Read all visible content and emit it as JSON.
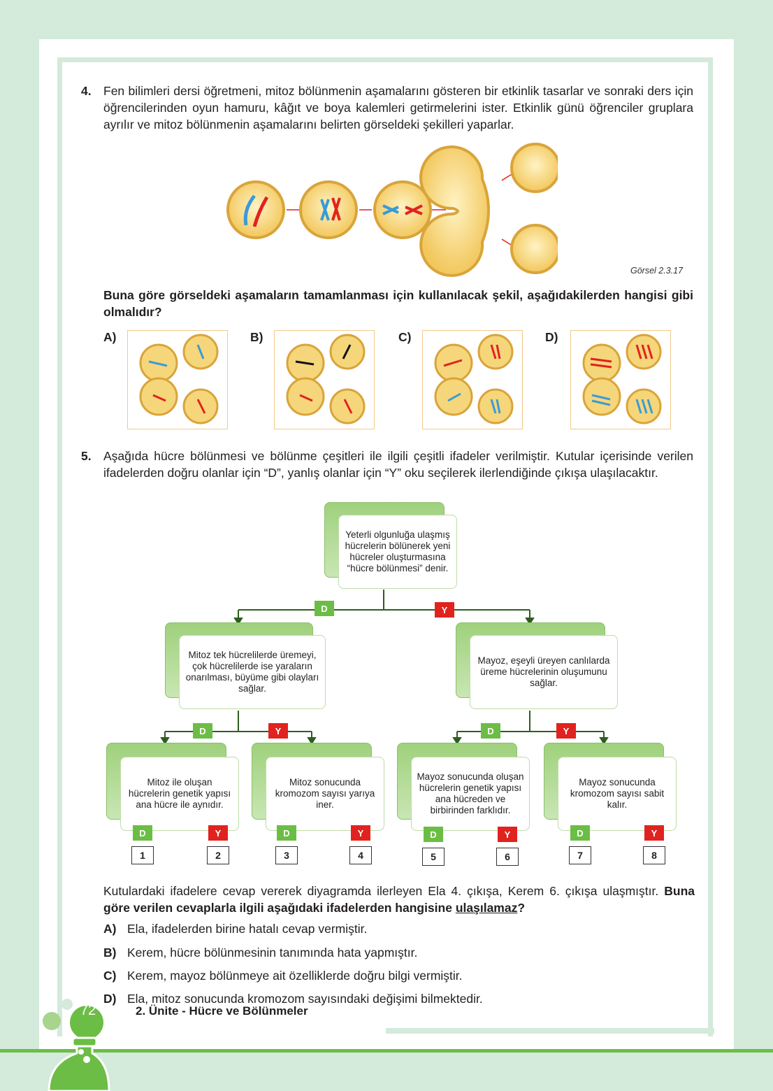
{
  "q4": {
    "number": "4.",
    "text": "Fen bilimleri dersi öğretmeni, mitoz bölünmenin aşamalarını gösteren bir etkinlik tasarlar ve sonraki ders için öğrencilerinden oyun hamuru, kâğıt ve boya kalemleri getirmelerini ister. Etkinlik günü öğrenciler gruplara ayrılır ve mitoz bölünmenin aşamalarını belirten görseldeki şekilleri yaparlar.",
    "caption": "Görsel 2.3.17",
    "question": "Buna göre görseldeki aşamaların tamamlanması için kullanılacak şekil, aşağıdakilerden hangisi gibi olmalıdır?",
    "options": [
      "A)",
      "B)",
      "C)",
      "D)"
    ]
  },
  "q5": {
    "number": "5.",
    "text": "Aşağıda hücre bölünmesi ve bölünme çeşitleri ile ilgili çeşitli ifadeler verilmiştir. Kutular içerisinde verilen ifadelerden doğru olanlar için “D”, yanlış olanlar için “Y” oku seçilerek ilerlendiğinde çıkışa ulaşılacaktır.",
    "flow": {
      "root": "Yeterli olgunluğa ulaşmış hücrelerin bölünerek yeni hücreler oluşturmasına “hücre bölünmesi” denir.",
      "left": "Mitoz tek hücrelilerde üremeyi, çok hücrelilerde ise yaraların onarılması, büyüme gibi olayları sağlar.",
      "right": "Mayoz, eşeyli üreyen canlılarda üreme hücrelerinin oluşumunu sağlar.",
      "ll": "Mitoz ile oluşan hücrelerin genetik yapısı ana hücre ile aynıdır.",
      "lr": "Mitoz sonucunda kromozom sayısı yarıya iner.",
      "rl": "Mayoz sonucunda oluşan hücrelerin genetik yapısı ana hücreden ve birbirinden farklıdır.",
      "rr": "Mayoz sonucunda kromozom sayısı sabit kalır.",
      "d": "D",
      "y": "Y",
      "exits": [
        "1",
        "2",
        "3",
        "4",
        "5",
        "6",
        "7",
        "8"
      ]
    },
    "lead": "Kutulardaki ifadelere cevap vererek diyagramda ilerleyen Ela 4. çıkışa, Kerem 6. çıkışa ulaşmıştır.",
    "question_a": "Buna göre verilen cevaplarla ilgili aşağıdaki ifadelerden hangisine",
    "question_u": "ulaşılamaz",
    "question_end": "?",
    "answers": [
      {
        "label": "A)",
        "text": "Ela, ifadelerden birine hatalı cevap vermiştir."
      },
      {
        "label": "B)",
        "text": "Kerem, hücre bölünmesinin tanımında hata yapmıştır."
      },
      {
        "label": "C)",
        "text": "Kerem, mayoz bölünmeye ait özelliklerde doğru bilgi vermiştir."
      },
      {
        "label": "D)",
        "text": "Ela, mitoz sonucunda kromozom sayısındaki değişimi bilmektedir."
      }
    ]
  },
  "footer": {
    "page_number": "72",
    "unit": "2. Ünite - Hücre ve Bölünmeler"
  },
  "colors": {
    "green": "#6cbd45",
    "red": "#e0231f",
    "bg": "#d4eadb",
    "cell": "#f6d67a"
  }
}
